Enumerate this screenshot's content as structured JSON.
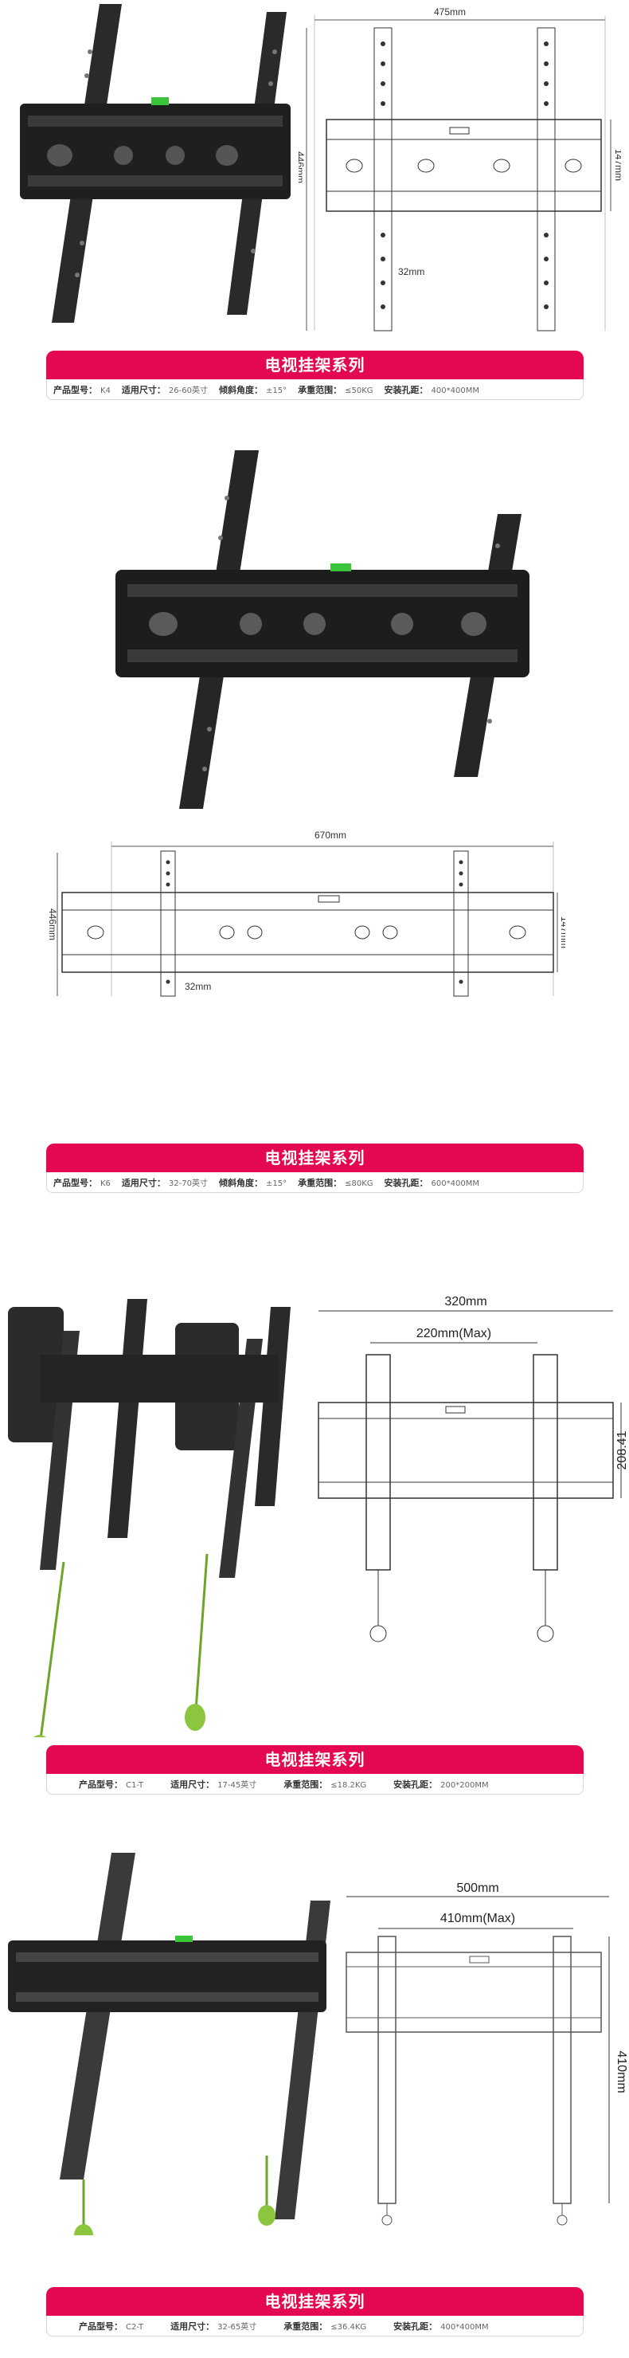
{
  "series_title": "电视挂架系列",
  "products": [
    {
      "dims": {
        "width": "475mm",
        "height": "446mm",
        "rail": "147mm",
        "slot": "32mm"
      },
      "specs": [
        {
          "label": "产品型号：",
          "value": "K4"
        },
        {
          "label": "适用尺寸：",
          "value": "26-60英寸"
        },
        {
          "label": "倾斜角度：",
          "value": "±15°"
        },
        {
          "label": "承重范围：",
          "value": "≤50KG"
        },
        {
          "label": "安装孔距：",
          "value": "400*400MM"
        }
      ]
    },
    {
      "dims": {
        "width": "670mm",
        "height": "446mm",
        "rail": "147mm",
        "slot": "32mm"
      },
      "specs": [
        {
          "label": "产品型号：",
          "value": "K6"
        },
        {
          "label": "适用尺寸：",
          "value": "32-70英寸"
        },
        {
          "label": "倾斜角度：",
          "value": "±15°"
        },
        {
          "label": "承重范围：",
          "value": "≤80KG"
        },
        {
          "label": "安装孔距：",
          "value": "600*400MM"
        }
      ]
    },
    {
      "dims": {
        "width": "320mm",
        "max": "220mm(Max)",
        "height": "208.41"
      },
      "specs": [
        {
          "label": "产品型号：",
          "value": "C1-T"
        },
        {
          "label": "适用尺寸：",
          "value": "17-45英寸"
        },
        {
          "label": "承重范围：",
          "value": "≤18.2KG"
        },
        {
          "label": "安装孔距：",
          "value": "200*200MM"
        }
      ]
    },
    {
      "dims": {
        "width": "500mm",
        "max": "410mm(Max)",
        "height": "410mm"
      },
      "specs": [
        {
          "label": "产品型号：",
          "value": "C2-T"
        },
        {
          "label": "适用尺寸：",
          "value": "32-65英寸"
        },
        {
          "label": "承重范围：",
          "value": "≤36.4KG"
        },
        {
          "label": "安装孔距：",
          "value": "400*400MM"
        }
      ]
    }
  ]
}
